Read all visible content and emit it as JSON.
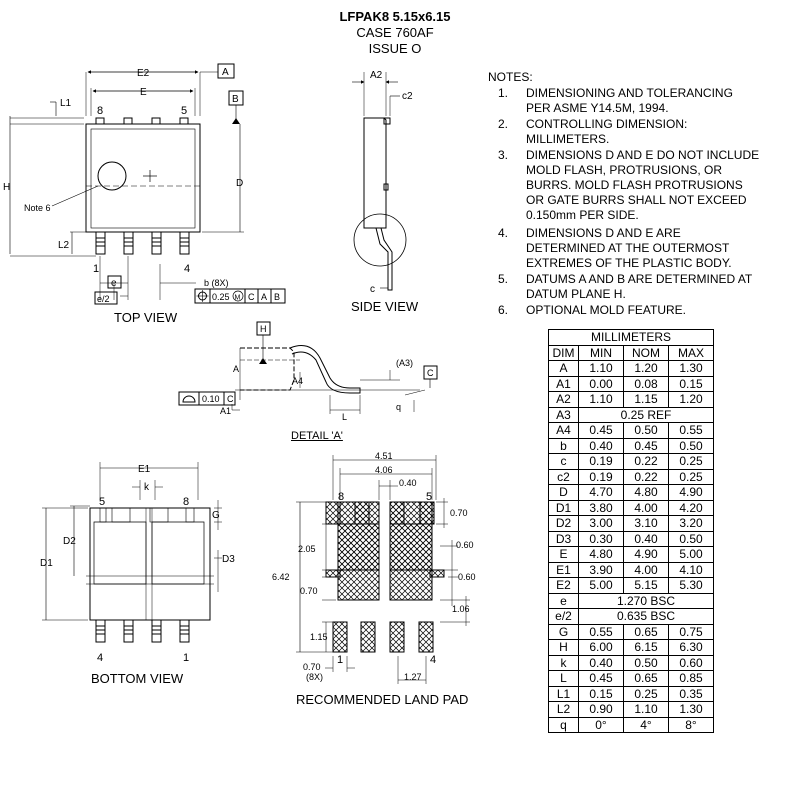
{
  "header": {
    "title": "LFPAK8 5.15x6.15",
    "case": "CASE 760AF",
    "issue": "ISSUE O"
  },
  "views": {
    "top": "TOP VIEW",
    "side": "SIDE VIEW",
    "bottom": "BOTTOM VIEW",
    "land": "RECOMMENDED LAND PAD",
    "detail": "DETAIL 'A'"
  },
  "top_labels": {
    "e2": "E2",
    "e": "E",
    "a": "A",
    "b_datum": "B",
    "l1": "L1",
    "h": "H",
    "d": "D",
    "note6": "Note 6",
    "l2": "L2",
    "pin8": "8",
    "pin5": "5",
    "pin1": "1",
    "pin4": "4",
    "e_small": "e",
    "e2_small": "e/2",
    "b8x": "b (8X)",
    "fcf": "0.25",
    "fcf_m": "M",
    "fcf_c": "C",
    "fcf_a": "A",
    "fcf_b": "B"
  },
  "side_labels": {
    "a2": "A2",
    "c2": "c2",
    "c": "c"
  },
  "detail_labels": {
    "h": "H",
    "a": "A",
    "a4": "A4",
    "a3": "(A3)",
    "c": "C",
    "flat": "0.10",
    "flat_c": "C",
    "a1": "A1",
    "l": "L",
    "q": "q"
  },
  "bottom_labels": {
    "e1": "E1",
    "k": "k",
    "pin5": "5",
    "pin8": "8",
    "g": "G",
    "d2": "D2",
    "d1": "D1",
    "d3": "D3",
    "pin4": "4",
    "pin1": "1"
  },
  "land_labels": {
    "d451": "4.51",
    "d406": "4.06",
    "d040": "0.40",
    "d070a": "0.70",
    "d060a": "0.60",
    "d205": "2.05",
    "d642": "6.42",
    "d070b": "0.70",
    "d060b": "0.60",
    "d106": "1.06",
    "d115": "1.15",
    "d070c": "0.70",
    "d8x": "(8X)",
    "d127": "1.27",
    "pin8": "8",
    "pin5": "5",
    "pin1": "1",
    "pin4": "4"
  },
  "notes": {
    "title": "NOTES:",
    "items": [
      {
        "n": "1.",
        "lines": [
          "DIMENSIONING AND TOLERANCING",
          "PER ASME Y14.5M, 1994."
        ]
      },
      {
        "n": "2.",
        "lines": [
          "CONTROLLING DIMENSION:",
          "MILLIMETERS."
        ]
      },
      {
        "n": "3.",
        "lines": [
          "DIMENSIONS D AND E DO NOT INCLUDE",
          "MOLD FLASH, PROTRUSIONS, OR",
          "BURRS. MOLD FLASH PROTRUSIONS",
          "OR GATE BURRS SHALL NOT EXCEED",
          "0.150mm PER SIDE."
        ]
      },
      {
        "n": "4.",
        "lines": [
          "DIMENSIONS D AND E ARE",
          "DETERMINED AT THE OUTERMOST",
          "EXTREMES OF THE PLASTIC BODY."
        ]
      },
      {
        "n": "5.",
        "lines": [
          "DATUMS A AND B ARE DETERMINED AT",
          "DATUM PLANE H."
        ]
      },
      {
        "n": "6.",
        "lines": [
          "OPTIONAL MOLD FEATURE."
        ]
      }
    ]
  },
  "dim_table": {
    "title": "MILLIMETERS",
    "headers": [
      "DIM",
      "MIN",
      "NOM",
      "MAX"
    ],
    "rows": [
      [
        "A",
        "1.10",
        "1.20",
        "1.30"
      ],
      [
        "A1",
        "0.00",
        "0.08",
        "0.15"
      ],
      [
        "A2",
        "1.10",
        "1.15",
        "1.20"
      ],
      [
        "A3",
        "0.25 REF"
      ],
      [
        "A4",
        "0.45",
        "0.50",
        "0.55"
      ],
      [
        "b",
        "0.40",
        "0.45",
        "0.50"
      ],
      [
        "c",
        "0.19",
        "0.22",
        "0.25"
      ],
      [
        "c2",
        "0.19",
        "0.22",
        "0.25"
      ],
      [
        "D",
        "4.70",
        "4.80",
        "4.90"
      ],
      [
        "D1",
        "3.80",
        "4.00",
        "4.20"
      ],
      [
        "D2",
        "3.00",
        "3.10",
        "3.20"
      ],
      [
        "D3",
        "0.30",
        "0.40",
        "0.50"
      ],
      [
        "E",
        "4.80",
        "4.90",
        "5.00"
      ],
      [
        "E1",
        "3.90",
        "4.00",
        "4.10"
      ],
      [
        "E2",
        "5.00",
        "5.15",
        "5.30"
      ],
      [
        "e",
        "1.270 BSC"
      ],
      [
        "e/2",
        "0.635 BSC"
      ],
      [
        "G",
        "0.55",
        "0.65",
        "0.75"
      ],
      [
        "H",
        "6.00",
        "6.15",
        "6.30"
      ],
      [
        "k",
        "0.40",
        "0.50",
        "0.60"
      ],
      [
        "L",
        "0.45",
        "0.65",
        "0.85"
      ],
      [
        "L1",
        "0.15",
        "0.25",
        "0.35"
      ],
      [
        "L2",
        "0.90",
        "1.10",
        "1.30"
      ],
      [
        "q",
        "0°",
        "4°",
        "8°"
      ]
    ]
  }
}
